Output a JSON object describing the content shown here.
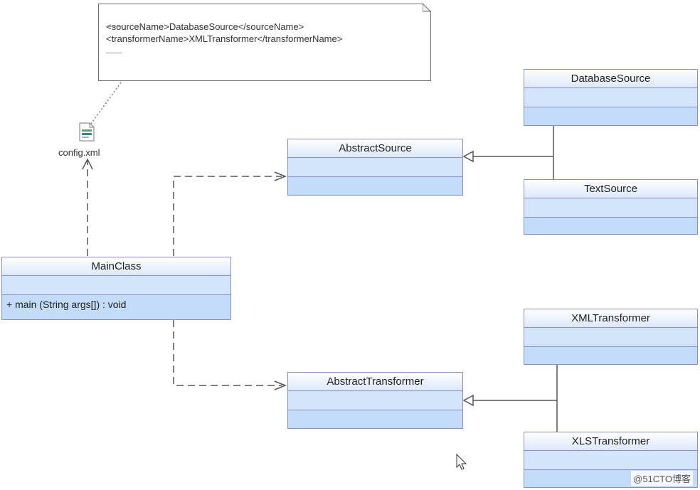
{
  "note": {
    "lines": [
      "<sourceName>DatabaseSource</sourceName>",
      "<transformerName>XMLTransformer</transformerName>"
    ]
  },
  "file": {
    "label": "config.xml",
    "icon": "xml-file-icon"
  },
  "classes": {
    "main_class": {
      "name": "MainClass",
      "operation": "+ main (String args[])  : void"
    },
    "abstract_source": {
      "name": "AbstractSource"
    },
    "database_source": {
      "name": "DatabaseSource"
    },
    "text_source": {
      "name": "TextSource"
    },
    "abstract_transformer": {
      "name": "AbstractTransformer"
    },
    "xml_transformer": {
      "name": "XMLTransformer"
    },
    "xls_transformer": {
      "name": "XLSTransformer"
    }
  },
  "watermark": "@51CTO博客",
  "colors": {
    "class_border": "#8a8ecc",
    "class_fill": "#c2dcfa",
    "line": "#555555"
  }
}
